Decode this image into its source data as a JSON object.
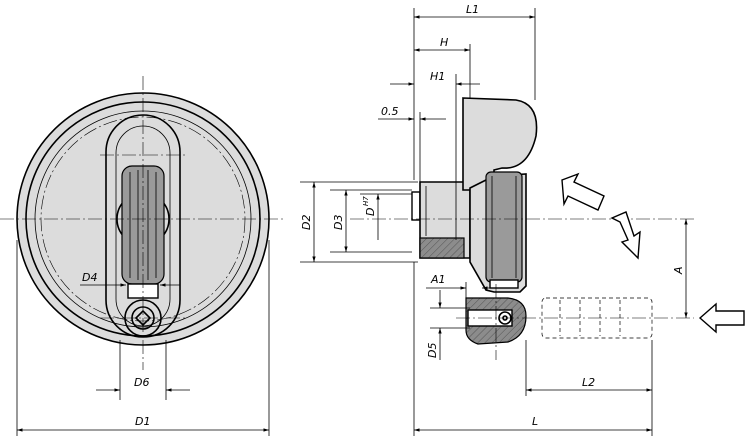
{
  "labels": {
    "L1": "L1",
    "H": "H",
    "H1": "H1",
    "gap": "0.5",
    "D2": "D2",
    "D3": "D3",
    "D": "D",
    "D_tol": "H7",
    "A1": "A1",
    "A": "A",
    "D5": "D5",
    "L2": "L2",
    "L": "L",
    "D4": "D4",
    "D6": "D6",
    "D1": "D1"
  },
  "colors": {
    "body": "#dcdcdc",
    "handle": "#9a9a9a",
    "section": "#8c8c8c",
    "line": "#000000"
  },
  "icons": [
    "rotation-arrow-icon",
    "rotation-arrow-icon",
    "push-arrow-icon"
  ]
}
